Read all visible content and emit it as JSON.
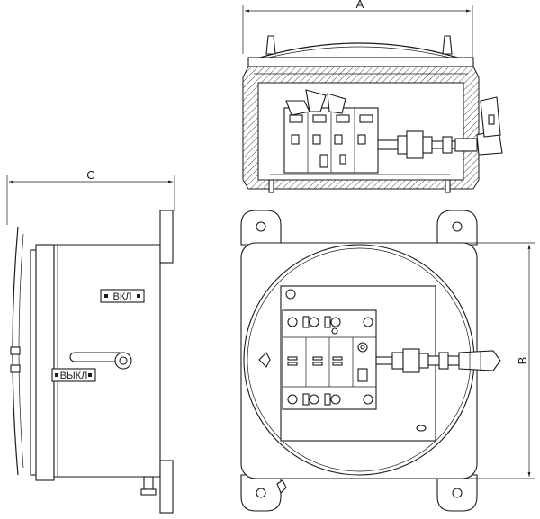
{
  "dimensions": {
    "a": "A",
    "b": "B",
    "c": "C"
  },
  "side_view": {
    "on_label": "ВКЛ",
    "off_label": "ВЫКЛ"
  }
}
